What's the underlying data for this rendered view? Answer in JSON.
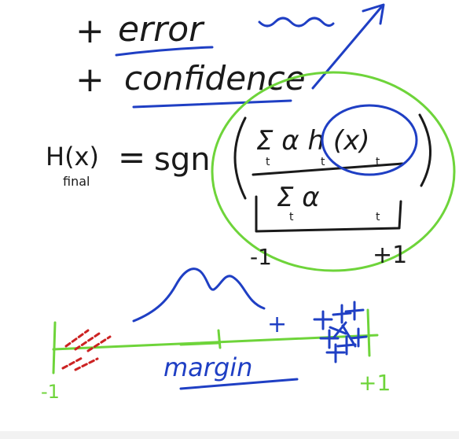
{
  "board": {
    "line1": {
      "prefix": "+",
      "word": "error"
    },
    "line2": {
      "prefix": "+",
      "word": "confidence"
    },
    "formula": {
      "lhs": "H(x)",
      "lhs_sub": "final",
      "equals": "=",
      "sgn": "sgn",
      "numerator": "Σ α h (x)",
      "numerator_sub": "t t t",
      "denominator": "Σ α",
      "denominator_sub": "t t"
    },
    "range_left": "-1",
    "range_right": "+1",
    "axis_left": "-1",
    "axis_right": "+1",
    "margin_label": "margin",
    "plus_mark": "+"
  },
  "colors": {
    "ink": "#1a1a1a",
    "blue": "#1f3fc4",
    "green": "#6ed43a",
    "red": "#cc2222"
  }
}
